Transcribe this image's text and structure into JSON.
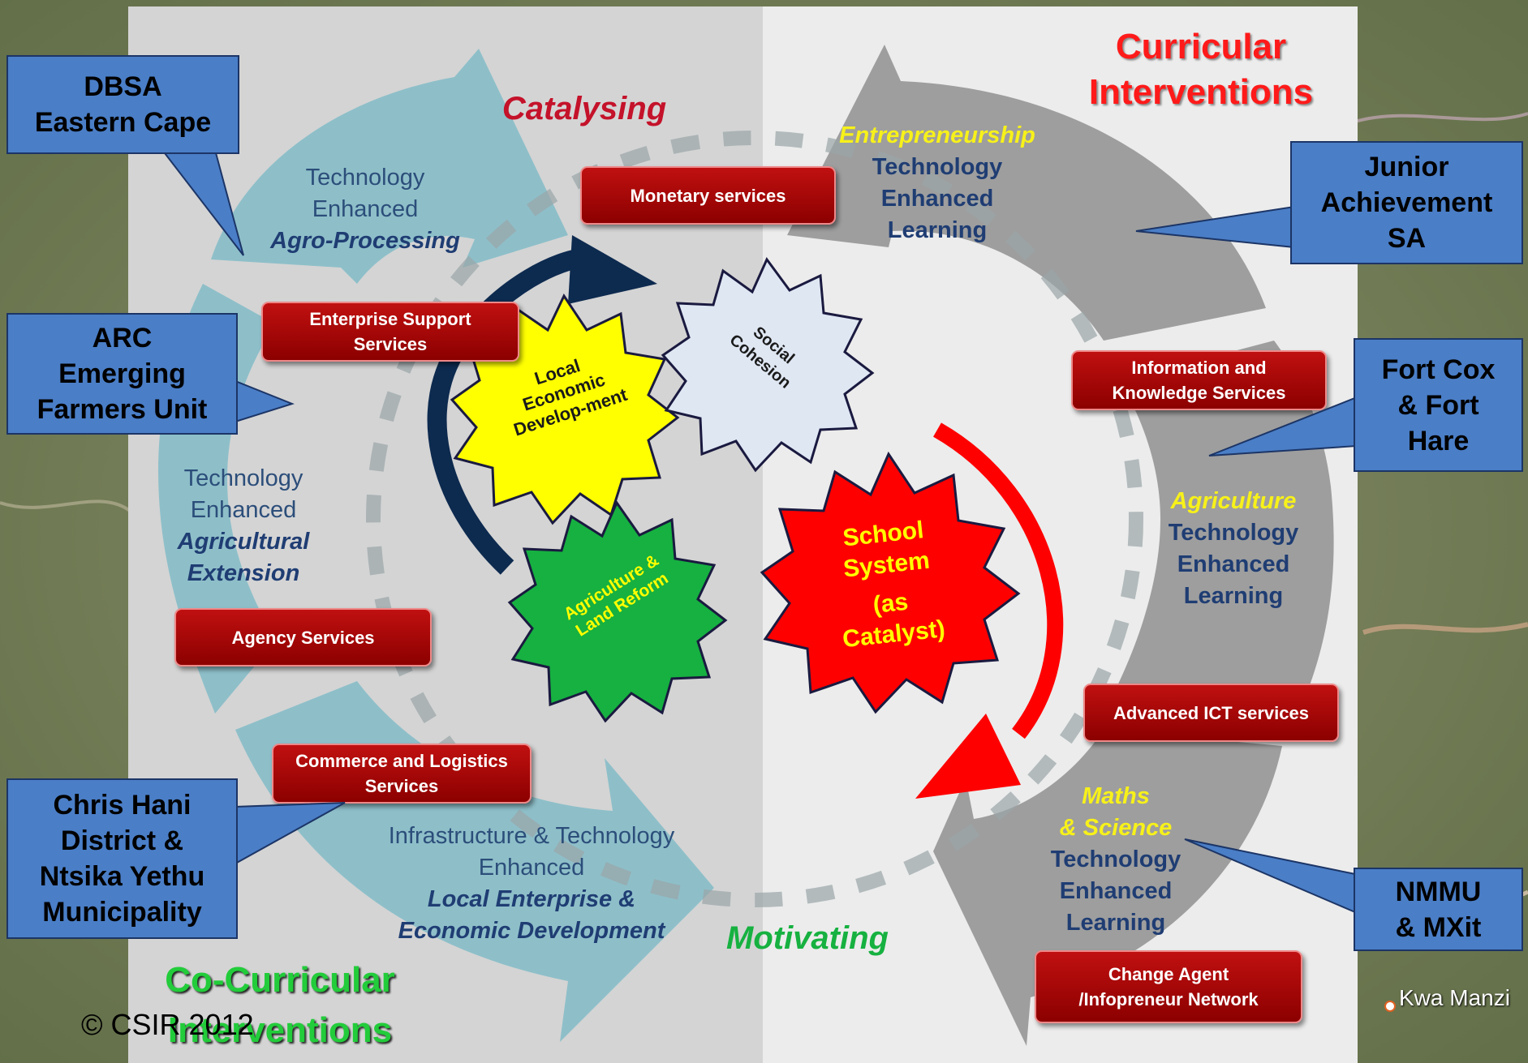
{
  "title": {
    "line1": "Curricular",
    "line2": "Interventions"
  },
  "bottom_title": {
    "line1": "Co-Curricular",
    "line2": "Interventions"
  },
  "copyright": "© CSIR 2012",
  "flow_labels": {
    "catalysing": "Catalysing",
    "motivating": "Motivating"
  },
  "map_label": "Kwa Manzi",
  "gears": {
    "local_economic": "Local Economic Develop-ment",
    "social_cohesion": "Social Cohesion",
    "agriculture_land": "Agriculture & Land Reform",
    "school_system": {
      "line1": "School",
      "line2": "System",
      "line3": "(as",
      "line4": "Catalyst)"
    }
  },
  "services": {
    "monetary": "Monetary services",
    "enterprise_support": {
      "line1": "Enterprise Support",
      "line2": "Services"
    },
    "information_knowledge": {
      "line1": "Information and",
      "line2": "Knowledge Services"
    },
    "agency": "Agency Services",
    "advanced_ict": "Advanced ICT services",
    "commerce_logistics": {
      "line1": "Commerce and Logistics",
      "line2": "Services"
    },
    "change_agent": {
      "line1": "Change Agent",
      "line2": "/Infopreneur Network"
    }
  },
  "segments": {
    "agro": {
      "line1": "Technology",
      "line2": "Enhanced",
      "line3": "Agro-Processing"
    },
    "extension": {
      "line1": "Technology",
      "line2": "Enhanced",
      "line3": "Agricultural",
      "line4": "Extension"
    },
    "infrastructure": {
      "line1": "Infrastructure & Technology",
      "line2": "Enhanced",
      "line3": "Local Enterprise &",
      "line4": "Economic Development"
    },
    "entrepreneurship": {
      "line1": "Entrepreneurship",
      "line2": "Technology",
      "line3": "Enhanced",
      "line4": "Learning"
    },
    "agriculture": {
      "line1": "Agriculture",
      "line2": "Technology",
      "line3": "Enhanced",
      "line4": "Learning"
    },
    "maths": {
      "line1": "Maths",
      "line2": "& Science",
      "line3": "Technology",
      "line4": "Enhanced",
      "line5": "Learning"
    }
  },
  "callouts": {
    "dbsa": {
      "line1": "DBSA",
      "line2": "Eastern Cape"
    },
    "arc": {
      "line1": "ARC",
      "line2": "Emerging",
      "line3": "Farmers Unit"
    },
    "chris_hani": {
      "line1": "Chris Hani",
      "line2": "District &",
      "line3": "Ntsika Yethu",
      "line4": "Municipality"
    },
    "junior": {
      "line1": "Junior",
      "line2": "Achievement",
      "line3": "SA"
    },
    "fort_cox": {
      "line1": "Fort Cox",
      "line2": "& Fort",
      "line3": "Hare"
    },
    "nmmu": {
      "line1": "NMMU",
      "line2": "& MXit"
    }
  },
  "colors": {
    "teal": "#8ebfc9",
    "grey": "#9e9e9e",
    "red": "#ff0000",
    "yellow": "#ffff00",
    "green": "#16b140",
    "navy": "#0d2a4f",
    "light_gear": "#dfe7f3",
    "callout": "#4a7ec7"
  }
}
